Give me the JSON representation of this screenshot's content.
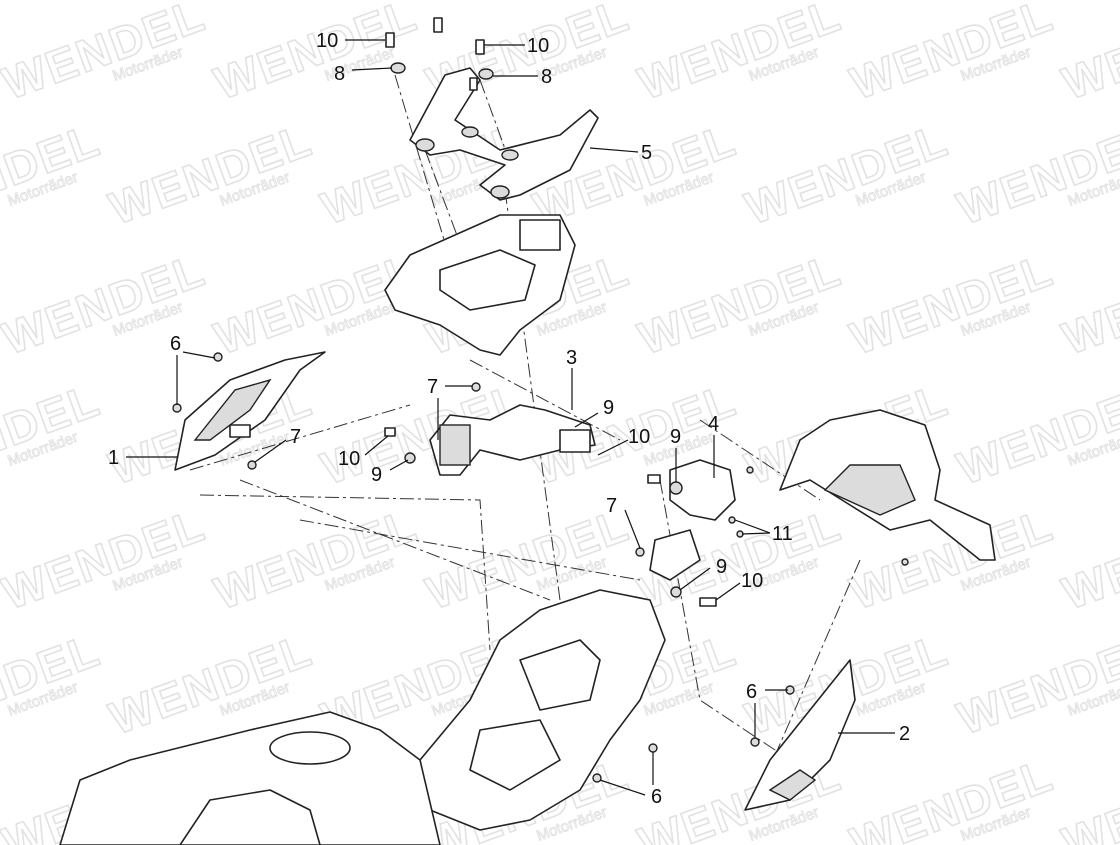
{
  "watermark": {
    "brand": "WENDEL",
    "sub": "Motorräder"
  },
  "callouts": [
    {
      "id": "c-10a",
      "label": "10"
    },
    {
      "id": "c-8a",
      "label": "8"
    },
    {
      "id": "c-10b",
      "label": "10"
    },
    {
      "id": "c-8b",
      "label": "8"
    },
    {
      "id": "c-5",
      "label": "5"
    },
    {
      "id": "c-3",
      "label": "3"
    },
    {
      "id": "c-6a",
      "label": "6"
    },
    {
      "id": "c-7a",
      "label": "7"
    },
    {
      "id": "c-9a",
      "label": "9"
    },
    {
      "id": "c-7b",
      "label": "7"
    },
    {
      "id": "c-1",
      "label": "1"
    },
    {
      "id": "c-10c",
      "label": "10"
    },
    {
      "id": "c-9b",
      "label": "9"
    },
    {
      "id": "c-10d",
      "label": "10"
    },
    {
      "id": "c-9c",
      "label": "9"
    },
    {
      "id": "c-4",
      "label": "4"
    },
    {
      "id": "c-7c",
      "label": "7"
    },
    {
      "id": "c-11",
      "label": "11"
    },
    {
      "id": "c-9d",
      "label": "9"
    },
    {
      "id": "c-10e",
      "label": "10"
    },
    {
      "id": "c-6b",
      "label": "6"
    },
    {
      "id": "c-2",
      "label": "2"
    },
    {
      "id": "c-6c",
      "label": "6"
    }
  ]
}
